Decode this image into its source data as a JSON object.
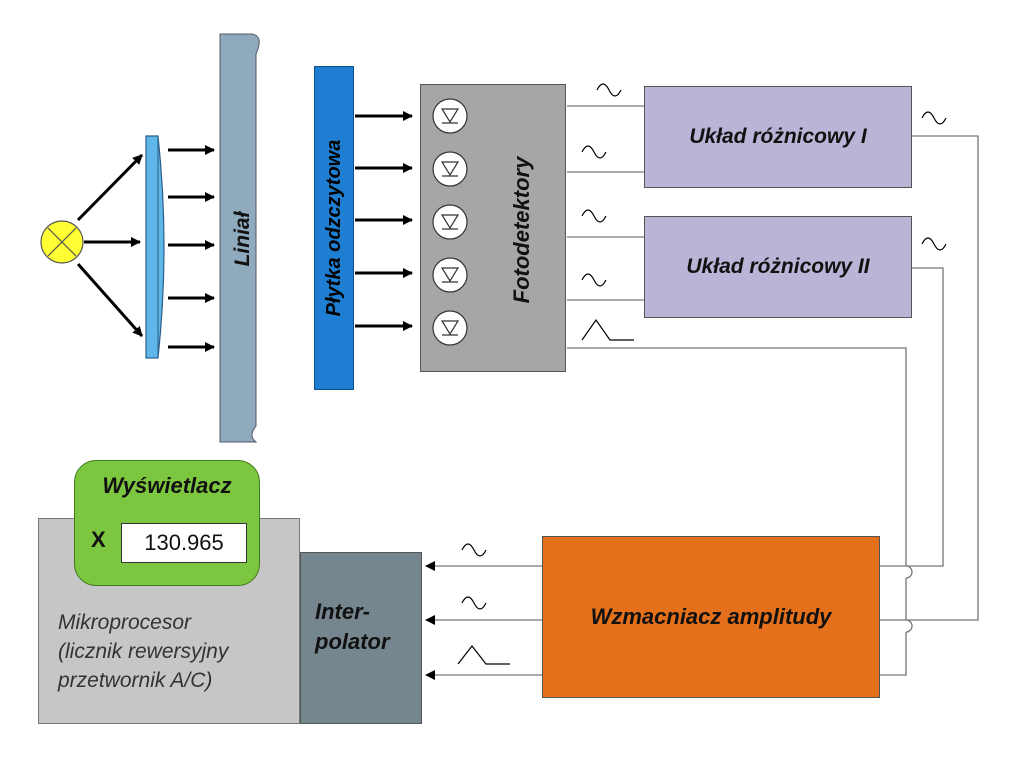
{
  "diagram": {
    "ruler_label": "Liniał",
    "reading_plate_label": "Płytka odzczytowa",
    "photodetectors_label": "Fotodetektory",
    "diff_circuit_1_label": "Układ różnicowy I",
    "diff_circuit_2_label": "Układ różnicowy II",
    "amplifier_label": "Wzmacniacz amplitudy",
    "interpolator_label_line1": "Inter-",
    "interpolator_label_line2": "polator",
    "display_title": "Wyświetlacz",
    "display_axis": "X",
    "display_value": "130.965",
    "microprocessor_line1": "Mikroprocesor",
    "microprocessor_line2": "(licznik rewersyjny",
    "microprocessor_line3": "przetwornik A/C)"
  },
  "colors": {
    "lamp": "#ffff33",
    "lens": "#5fb6e8",
    "ruler": "#8eaabc",
    "plate": "#1e7fd2",
    "photodetectors": "#a6a6a6",
    "diff_circuit": "#bab5d6",
    "amplifier": "#e5701b",
    "interpolator": "#76868e",
    "microprocessor": "#c6c6c6",
    "display": "#7dc63f"
  }
}
